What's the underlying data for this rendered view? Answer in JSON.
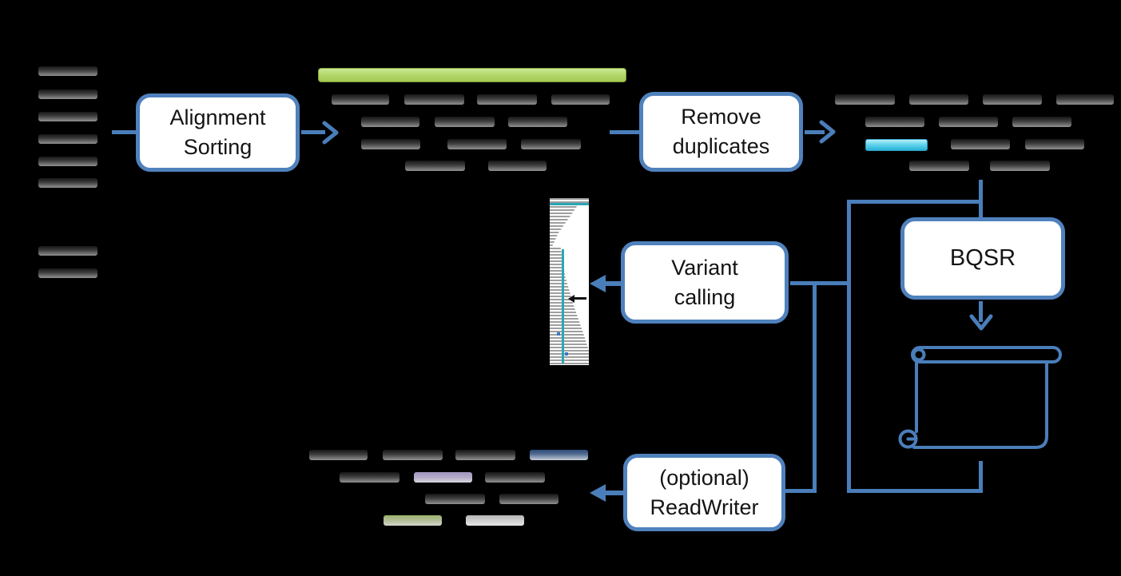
{
  "figure": {
    "description": "Sequencing read processing pipeline flowchart",
    "background": "#000000"
  },
  "colors": {
    "connector_blue": "#4a7eba",
    "box_border_blue": "#4f81bd",
    "box_fill": "#ffffff",
    "reference_green": "#a3c851",
    "duplicate_highlight_cyan": "#29b2d8",
    "read_dark_gray": "#3f3f3f",
    "pileup_teal": "#2ba7b5"
  },
  "boxes": {
    "alignment": {
      "line1": "Alignment",
      "line2": "Sorting"
    },
    "remove_duplicates": {
      "line1": "Remove",
      "line2": "duplicates"
    },
    "bqsr": {
      "line1": "BQSR"
    },
    "variant_calling": {
      "line1": "Variant",
      "line2": "calling"
    },
    "readwriter": {
      "line1": "(optional)",
      "line2": "ReadWriter"
    }
  },
  "icons": {
    "scroll": "recalibration-report-scroll-icon",
    "pileup": "variant-pileup-screenshot"
  },
  "clusters": [
    {
      "name": "raw-reads",
      "bars": [
        [
          48,
          83,
          74,
          12,
          "dark"
        ],
        [
          48,
          112,
          74,
          12,
          "dark"
        ],
        [
          48,
          140,
          74,
          12,
          "dark"
        ],
        [
          48,
          168,
          74,
          12,
          "dark"
        ],
        [
          48,
          196,
          74,
          12,
          "dark"
        ],
        [
          48,
          223,
          74,
          12,
          "dark"
        ],
        [
          48,
          308,
          74,
          12,
          "dark"
        ],
        [
          48,
          336,
          74,
          12,
          "dark"
        ]
      ]
    },
    {
      "name": "sorted-reads",
      "bars": [
        [
          398,
          85,
          384,
          16,
          "ref"
        ],
        [
          415,
          118,
          72,
          13,
          "dark"
        ],
        [
          506,
          118,
          75,
          13,
          "dark"
        ],
        [
          597,
          118,
          75,
          13,
          "dark"
        ],
        [
          690,
          118,
          73,
          13,
          "dark"
        ],
        [
          452,
          146,
          73,
          13,
          "dark"
        ],
        [
          544,
          146,
          75,
          13,
          "dark"
        ],
        [
          636,
          146,
          74,
          13,
          "dark"
        ],
        [
          452,
          174,
          74,
          13,
          "dark"
        ],
        [
          560,
          174,
          74,
          13,
          "dark"
        ],
        [
          652,
          174,
          75,
          13,
          "dark"
        ],
        [
          507,
          201,
          75,
          13,
          "dark"
        ],
        [
          611,
          201,
          73,
          13,
          "dark"
        ]
      ]
    },
    {
      "name": "dedup-reads",
      "bars": [
        [
          1045,
          118,
          75,
          13,
          "dark"
        ],
        [
          1138,
          118,
          74,
          13,
          "dark"
        ],
        [
          1230,
          118,
          74,
          13,
          "dark"
        ],
        [
          1322,
          118,
          72,
          13,
          "dark"
        ],
        [
          1083,
          146,
          74,
          13,
          "dark"
        ],
        [
          1175,
          146,
          74,
          13,
          "dark"
        ],
        [
          1267,
          146,
          74,
          13,
          "dark"
        ],
        [
          1083,
          174,
          76,
          13,
          "cyan"
        ],
        [
          1190,
          174,
          74,
          13,
          "dark"
        ],
        [
          1283,
          174,
          74,
          13,
          "dark"
        ],
        [
          1138,
          201,
          75,
          13,
          "dark"
        ],
        [
          1239,
          201,
          75,
          13,
          "dark"
        ]
      ]
    },
    {
      "name": "output-reads",
      "bars": [
        [
          387,
          563,
          73,
          13,
          "dark"
        ],
        [
          479,
          563,
          75,
          13,
          "dark"
        ],
        [
          570,
          563,
          75,
          13,
          "dark"
        ],
        [
          663,
          563,
          73,
          13,
          "navy"
        ],
        [
          425,
          591,
          75,
          13,
          "dark"
        ],
        [
          518,
          591,
          73,
          13,
          "purple"
        ],
        [
          607,
          591,
          75,
          13,
          "dark"
        ],
        [
          532,
          618,
          75,
          13,
          "dark"
        ],
        [
          625,
          618,
          74,
          13,
          "dark"
        ],
        [
          480,
          645,
          73,
          13,
          "green"
        ],
        [
          583,
          645,
          73,
          13,
          "lgray"
        ]
      ]
    }
  ]
}
